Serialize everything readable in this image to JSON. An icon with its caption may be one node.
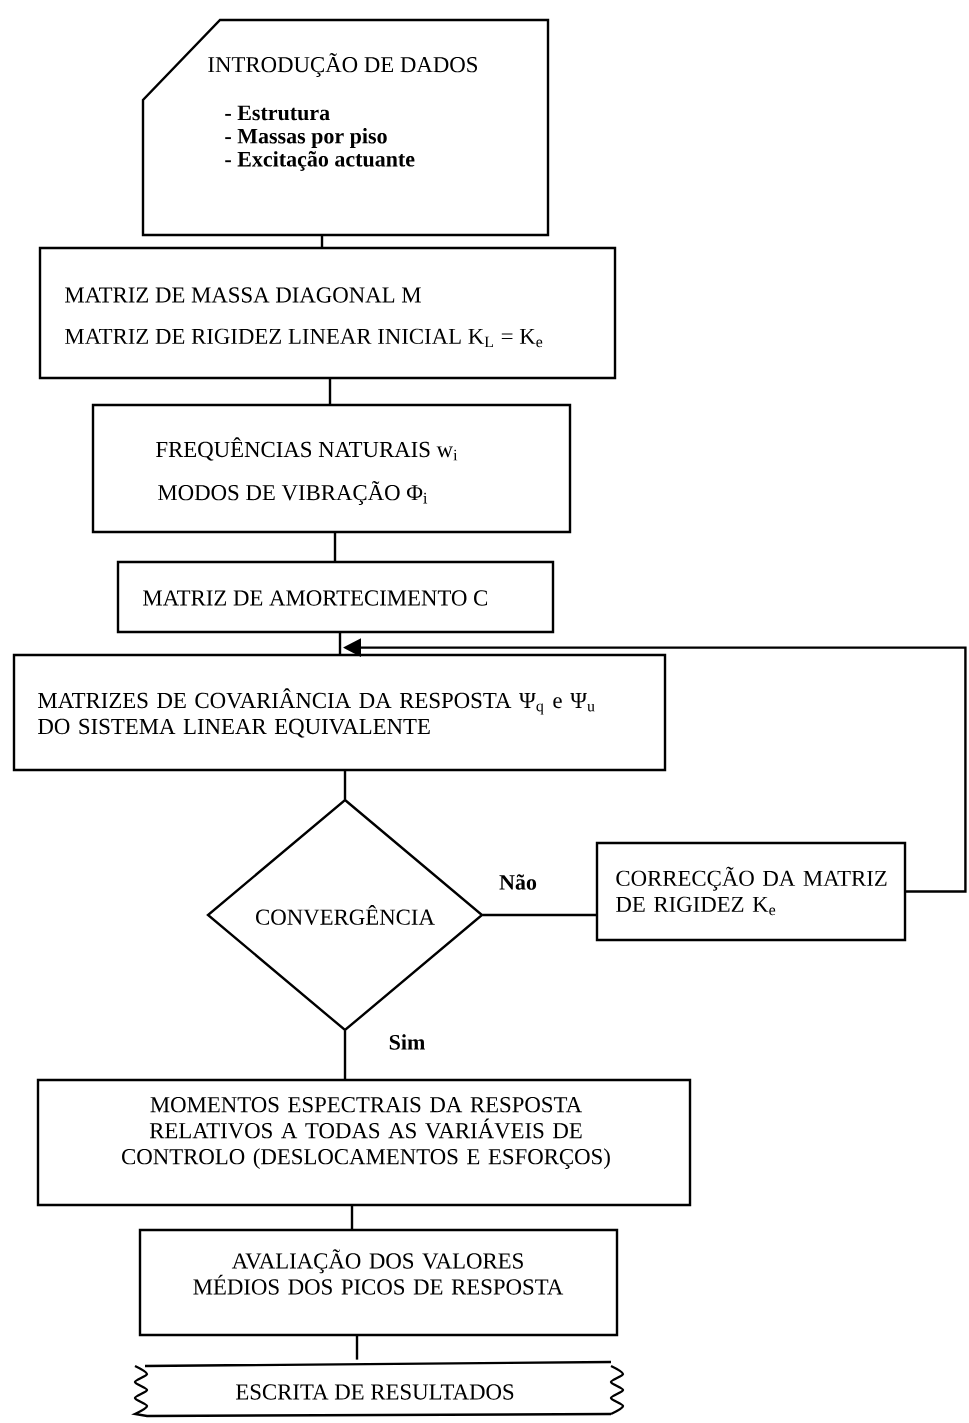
{
  "diagram": {
    "nodes": [
      {
        "text": [
          "INTRODUÇÃO DE DADOS",
          "- Estrutura",
          "- Massas por piso",
          "- Excitação actuante"
        ]
      },
      {
        "text": [
          "MATRIZ DE MASSA DIAGONAL M",
          "MATRIZ DE RIGIDEZ LINEAR INICIAL K$_{L}$ = K$_{e}$"
        ]
      },
      {
        "text": [
          "FREQUÊNCIAS NATURAIS w$_{i}$",
          "MODOS DE VIBRAÇÃO Φ$_{i}$"
        ]
      },
      {
        "text": [
          "MATRIZ DE AMORTECIMENTO C"
        ]
      },
      {
        "text": [
          "MATRIZES DE COVARIÂNCIA DA RESPOSTA Ψ$_{q}$ e Ψ$_{u}$ DO SISTEMA LINEAR EQUIVALENTE"
        ]
      },
      {
        "text": [
          "CONVERGÊNCIA"
        ]
      },
      {
        "text": [
          "CORRECÇÃO DA MATRIZ DE RIGIDEZ K$_{e}$"
        ]
      },
      {
        "text": [
          "MOMENTOS ESPECTRAIS DA RESPOSTA RELATIVOS A TODAS AS VARIÁVEIS DE CONTROLO (DESLOCAMENTOS E ESFORÇOS)"
        ]
      },
      {
        "text": [
          "AVALIAÇÃO DOS VALORES MÉDIOS DOS PICOS DE RESPOSTA"
        ]
      },
      {
        "text": [
          "ESCRITA DE RESULTADOS"
        ]
      }
    ],
    "edges": [
      {
        "from": 0,
        "to": 1,
        "arrow": "none"
      },
      {
        "from": 1,
        "to": 2,
        "arrow": "none"
      },
      {
        "from": 2,
        "to": 3,
        "arrow": "none"
      },
      {
        "from": 3,
        "to": 4,
        "arrow": "none"
      },
      {
        "from": 4,
        "to": 5,
        "arrow": "none"
      },
      {
        "from": 5,
        "to": 6,
        "arrow": "none",
        "label": "Não"
      },
      {
        "from": 6,
        "to": 4,
        "arrow": "to"
      },
      {
        "from": 5,
        "to": 7,
        "arrow": "none",
        "label": "Sim"
      },
      {
        "from": 7,
        "to": 8,
        "arrow": "none"
      },
      {
        "from": 8,
        "to": 9,
        "arrow": "none"
      }
    ]
  }
}
